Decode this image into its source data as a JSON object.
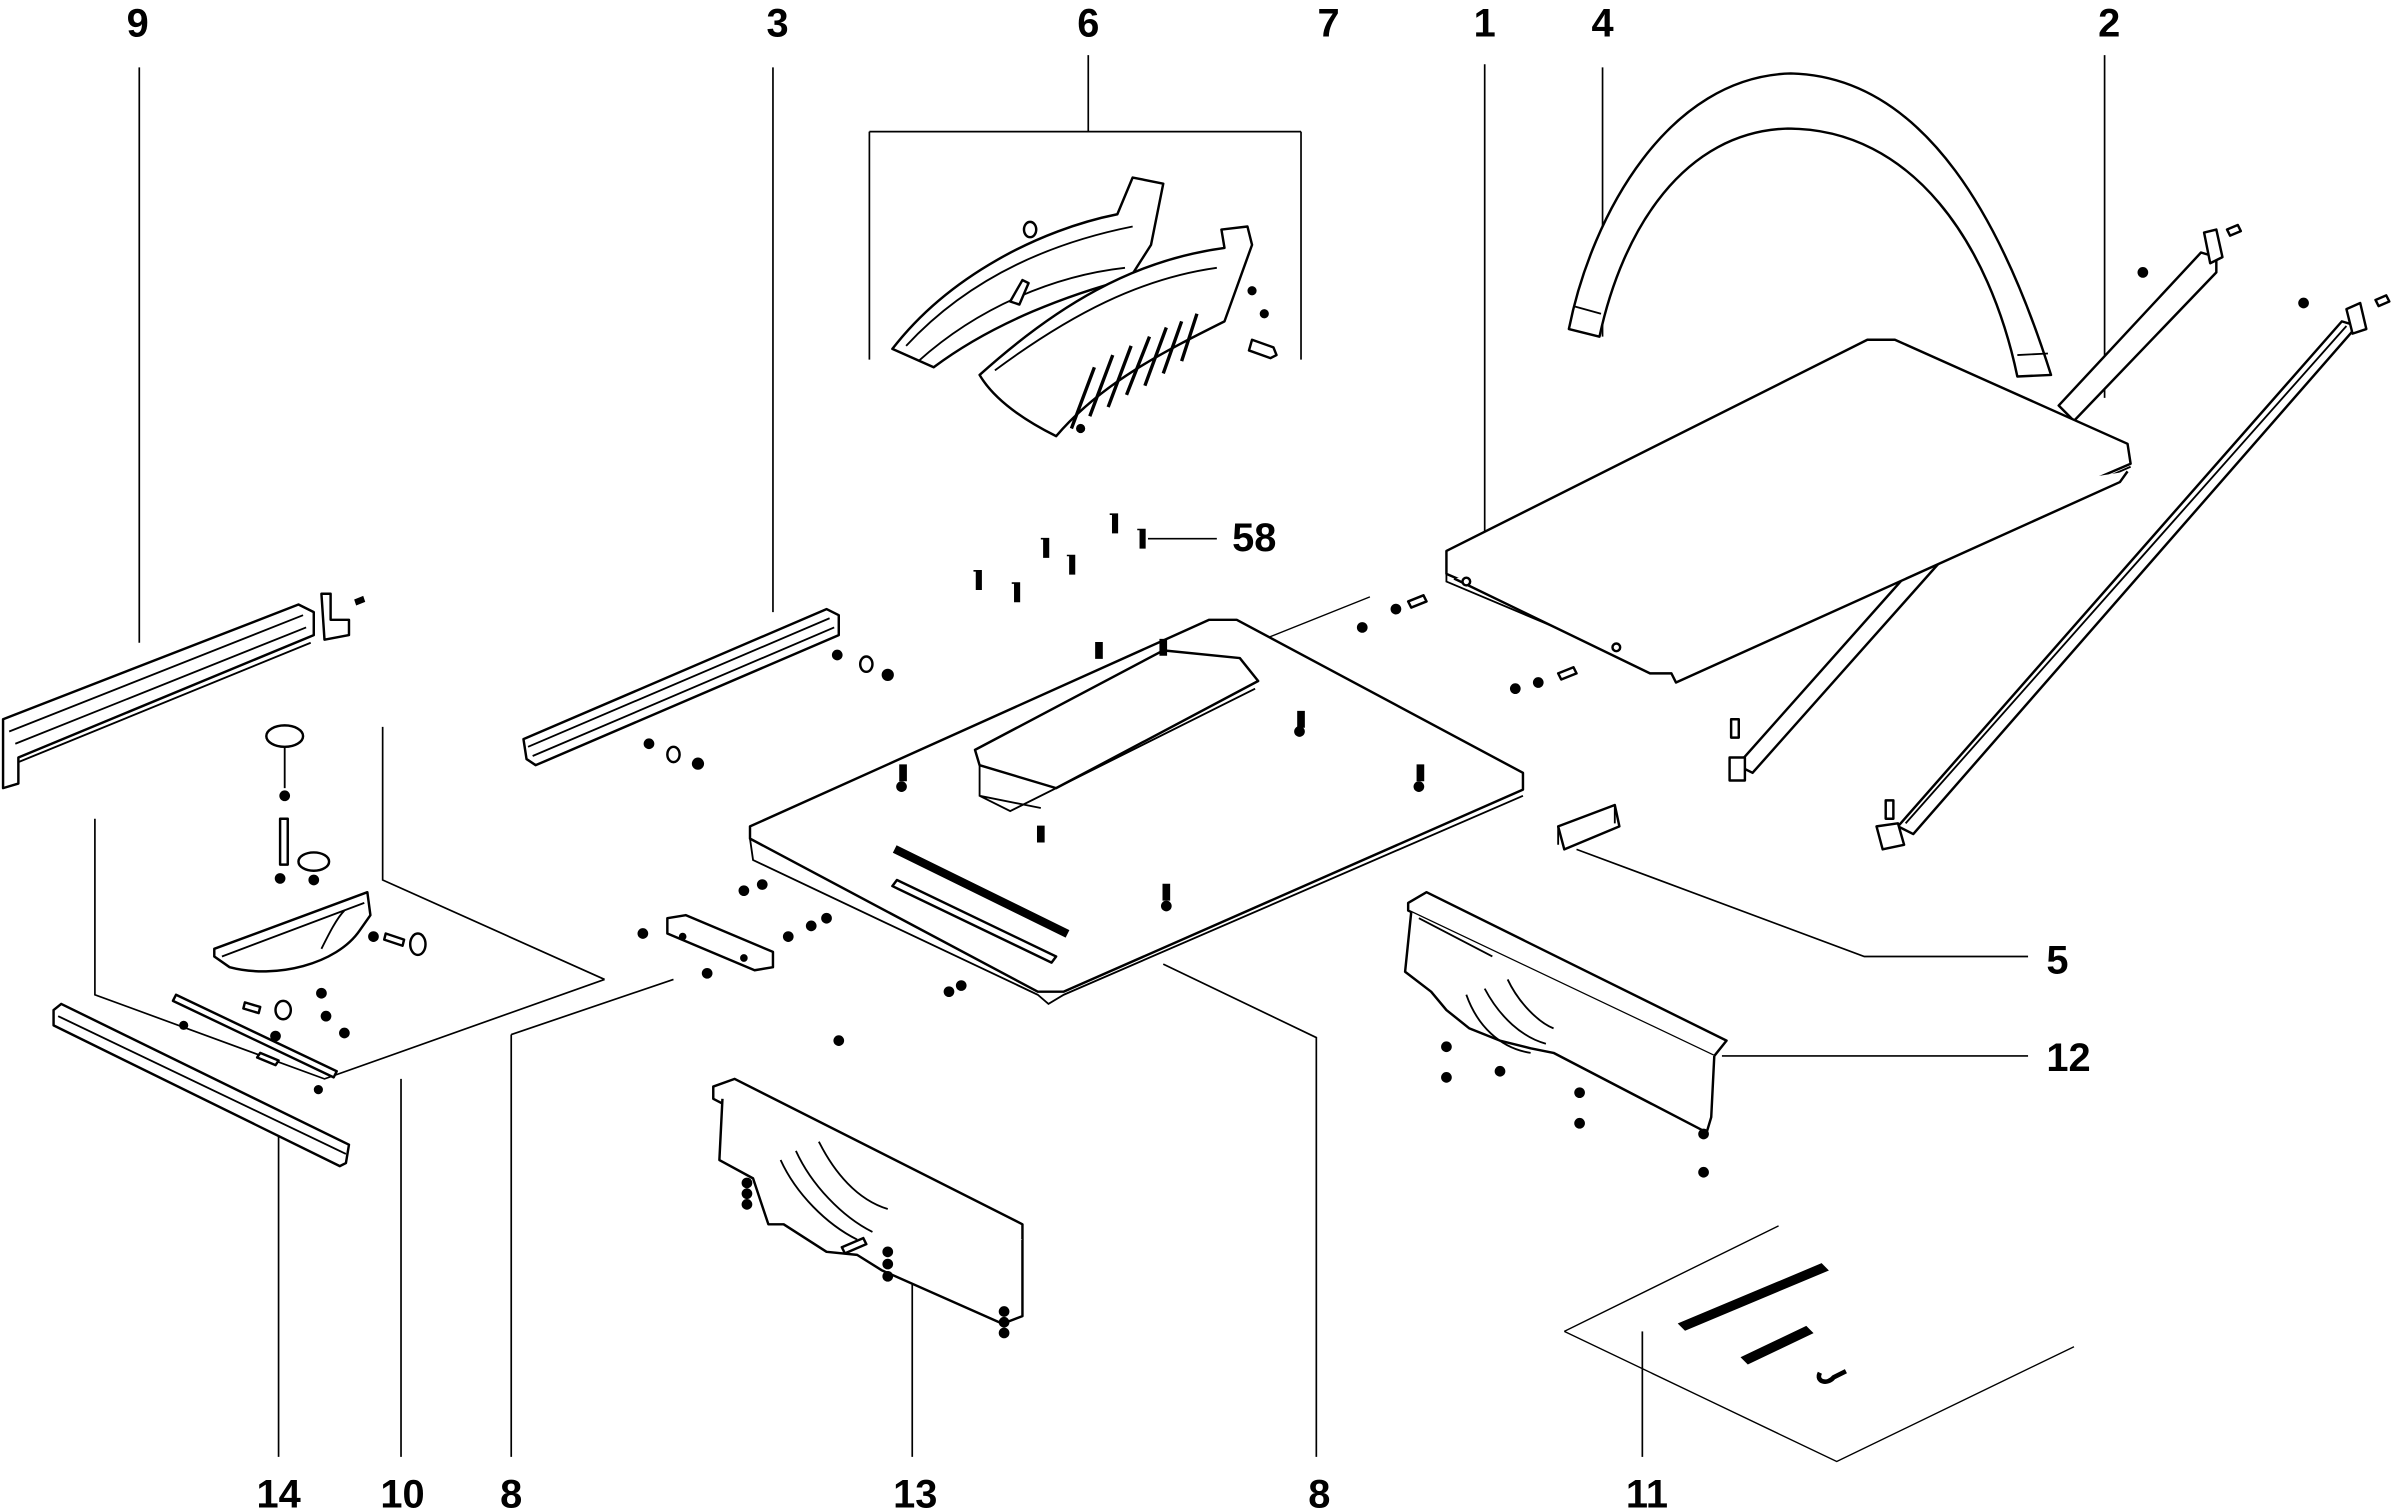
{
  "diagram": {
    "type": "exploded-parts-view",
    "subject": "table saw extension table assembly",
    "colors": {
      "line": "#000000",
      "background": "#ffffff"
    },
    "callouts": [
      {
        "id": "c9",
        "text": "9",
        "part": "fence rail (left)"
      },
      {
        "id": "c3",
        "text": "3",
        "part": "fence rail (short)"
      },
      {
        "id": "c6",
        "text": "6",
        "part": "blade guard left half"
      },
      {
        "id": "c7",
        "text": "7",
        "part": "blade guard right half"
      },
      {
        "id": "c1",
        "text": "1",
        "part": "extension table"
      },
      {
        "id": "c4",
        "text": "4",
        "part": "dust extraction hose"
      },
      {
        "id": "c2",
        "text": "2",
        "part": "support struts"
      },
      {
        "id": "c58",
        "text": "58",
        "part": "screws"
      },
      {
        "id": "c5",
        "text": "5",
        "part": "bracket"
      },
      {
        "id": "c12",
        "text": "12",
        "part": "side frame (right)"
      },
      {
        "id": "c14",
        "text": "14",
        "part": "miter guide rail"
      },
      {
        "id": "c10",
        "text": "10",
        "part": "miter gauge kit"
      },
      {
        "id": "c8a",
        "text": "8",
        "part": "table frame mounting plate"
      },
      {
        "id": "c13",
        "text": "13",
        "part": "side frame (left)"
      },
      {
        "id": "c8b",
        "text": "8",
        "part": "main table"
      },
      {
        "id": "c11",
        "text": "11",
        "part": "accessory kit"
      }
    ]
  }
}
